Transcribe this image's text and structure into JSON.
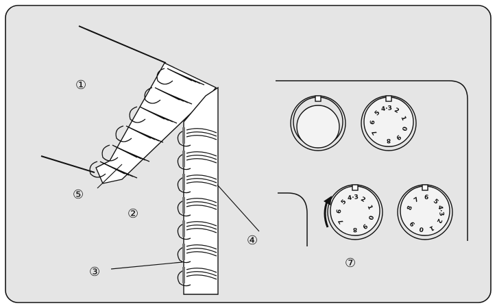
{
  "callouts": {
    "c1": "①",
    "c2": "②",
    "c3": "③",
    "c4": "④",
    "c5": "⑤",
    "c7": "⑦"
  },
  "dials": {
    "top_right": [
      "7",
      "6",
      "5",
      "4·3",
      "2",
      "1",
      "0",
      "9",
      "8"
    ],
    "bottom_left": [
      "7",
      "6",
      "5",
      "4·3",
      "2",
      "1",
      "0",
      "9",
      "8"
    ],
    "bottom_right": [
      "8",
      "7",
      "6",
      "5",
      "4·3",
      "2",
      "1",
      "0",
      "9"
    ]
  },
  "colors": {
    "line": "#111111",
    "panel_bg": "#e5e5e5",
    "gray": "#9a9a9a"
  }
}
